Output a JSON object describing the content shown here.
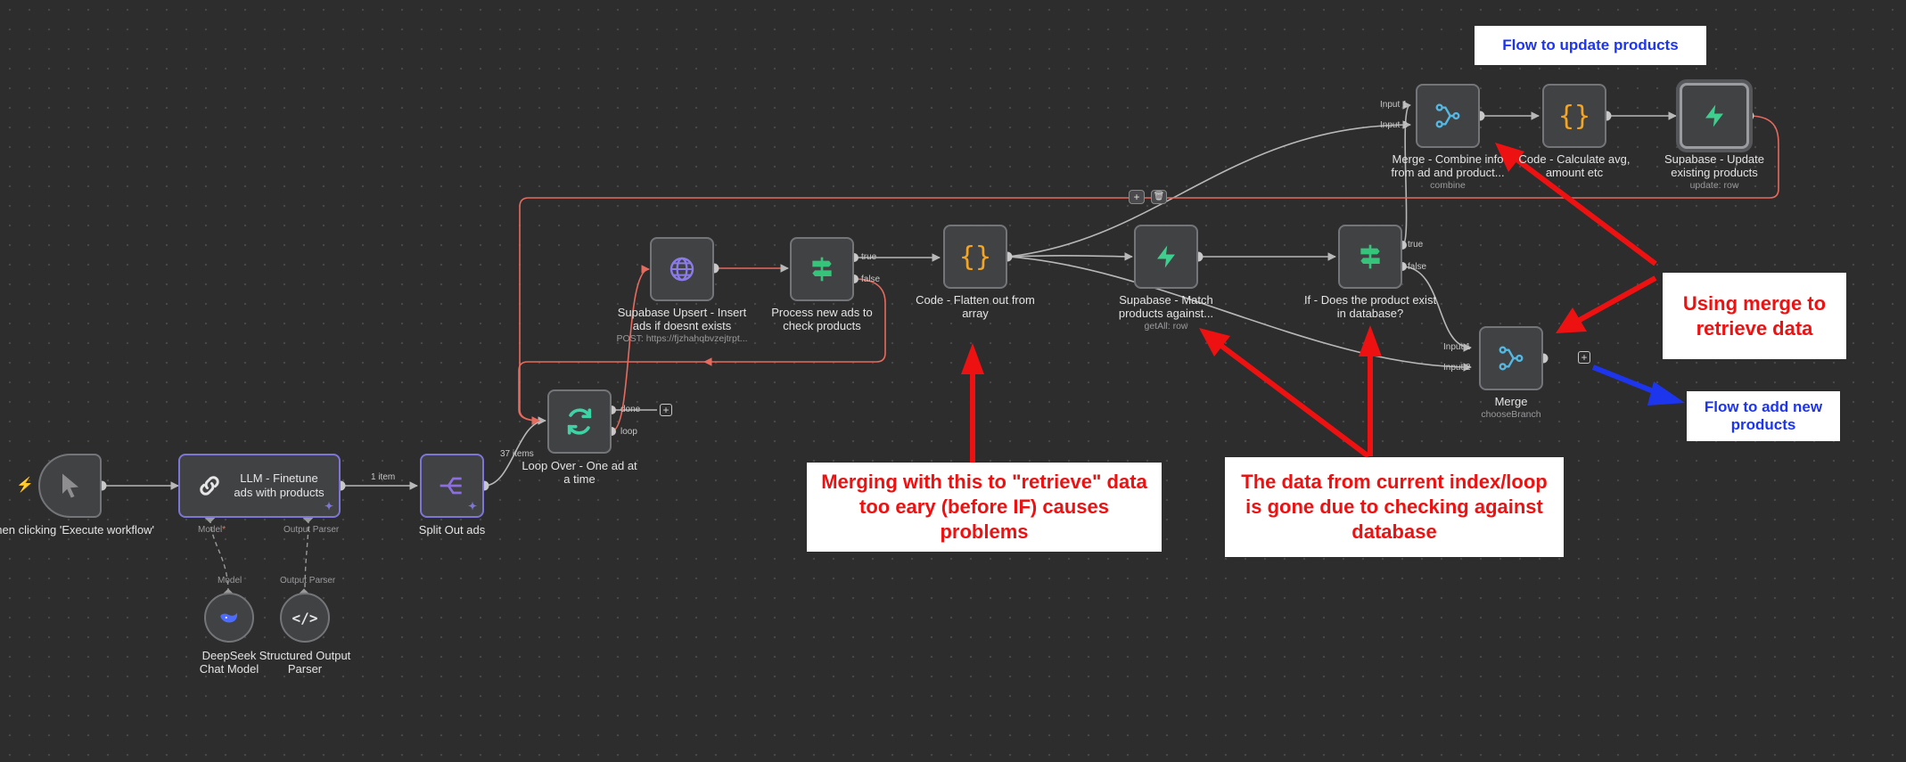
{
  "nodes": {
    "trigger": {
      "label": "When clicking 'Execute workflow'"
    },
    "llm": {
      "label": "LLM - Finetune ads with products",
      "port_model": "Model",
      "port_model_required": "*",
      "port_parser": "Output Parser"
    },
    "split": {
      "label": "Split Out ads"
    },
    "loop": {
      "label": "Loop Over - One ad at a time",
      "out_done": "done",
      "out_loop": "loop"
    },
    "upsert": {
      "label": "Supabase Upsert - Insert ads if doesnt exists",
      "sub": "POST: https://fjzhahqbvzejtrpt..."
    },
    "process": {
      "label": "Process new ads to check products",
      "out_true": "true",
      "out_false": "false"
    },
    "flatten": {
      "label": "Code - Flatten out from array"
    },
    "match": {
      "label": "Supabase - Match products against...",
      "sub": "getAll: row"
    },
    "ifnode": {
      "label": "If - Does the product exist in database?",
      "out_true": "true",
      "out_false": "false"
    },
    "merge_combine": {
      "label": "Merge - Combine info from ad and product...",
      "sub": "combine",
      "in1": "Input 1",
      "in2": "Input 2"
    },
    "code_calc": {
      "label": "Code - Calculate avg, amount etc"
    },
    "supa_update": {
      "label": "Supabase - Update existing products",
      "sub": "update: row"
    },
    "merge": {
      "label": "Merge",
      "sub": "chooseBranch",
      "in1": "Input 1",
      "in2": "Input 2"
    },
    "deepseek": {
      "label": "DeepSeek Chat Model",
      "port": "Model"
    },
    "parser": {
      "label": "Structured Output Parser",
      "port": "Output Parser"
    }
  },
  "edges": {
    "items_1": "1 item",
    "items_37": "37 items"
  },
  "annotations": {
    "flow_update": "Flow to update products",
    "merge_retrieve": "Using merge to retrieve data",
    "flow_add": "Flow to add new products",
    "merging_early": "Merging with this to \"retrieve\" data too eary (before IF) causes problems",
    "data_gone": "The data from current index/loop is gone due to checking against database"
  },
  "controls": {
    "add": "+",
    "delete": "🗑"
  },
  "colors": {
    "background": "#2d2d2e",
    "node_bg": "#414244",
    "edge": "#b8b8b8",
    "edge_error": "#e66a5e",
    "annotation_red": "#ee1111",
    "annotation_blue": "#1e35ee",
    "trigger_accent": "#ff6d5a",
    "llm_border": "#7e76d6"
  }
}
